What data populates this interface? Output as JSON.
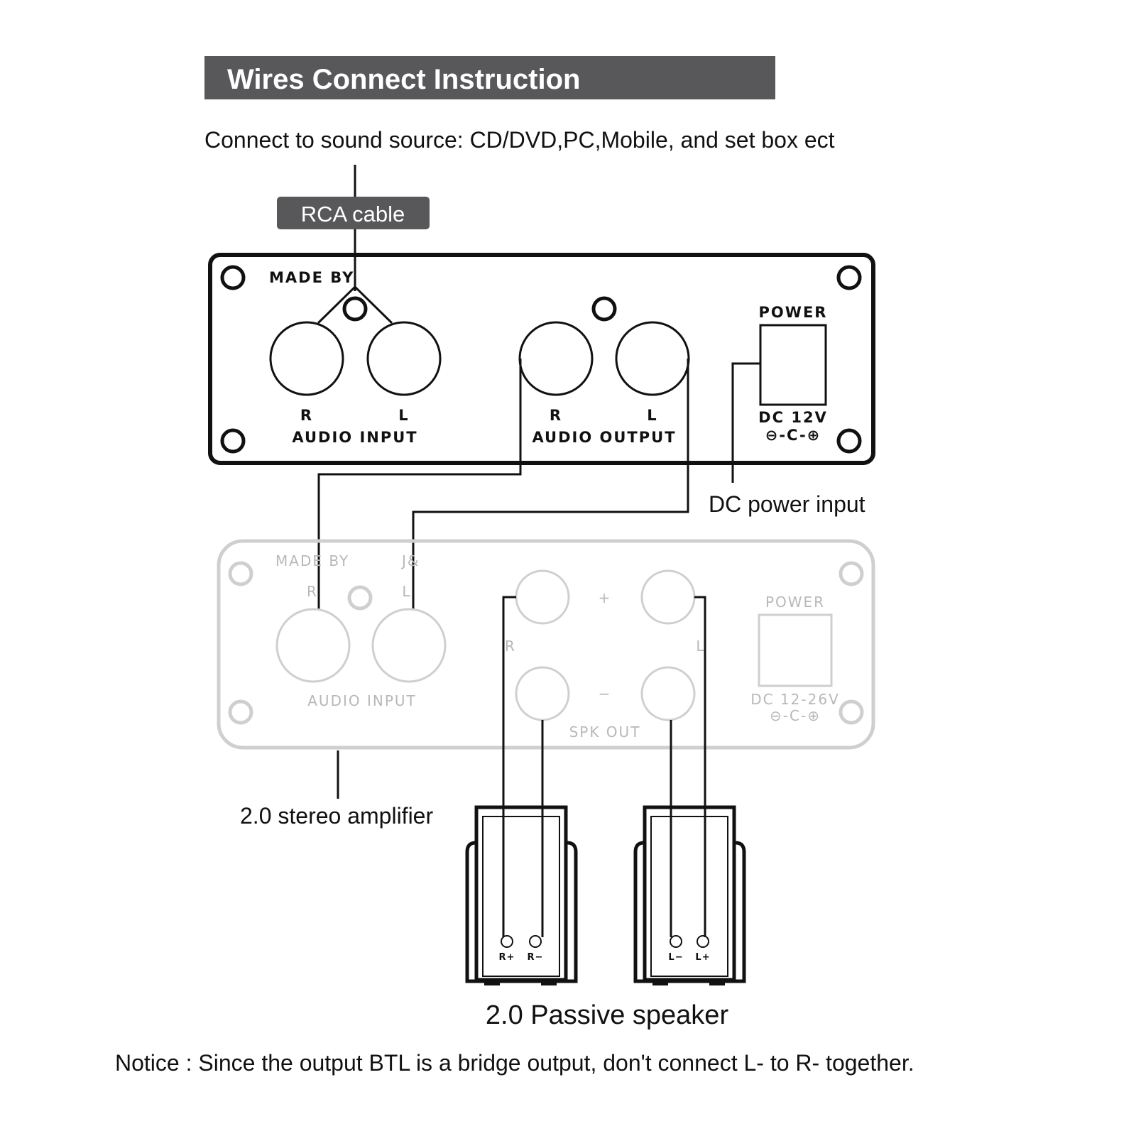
{
  "banner": {
    "title": "Wires Connect Instruction",
    "color": "#58585a"
  },
  "source_caption": "Connect to sound source: CD/DVD,PC,Mobile, and set box ect",
  "rca_label": "RCA cable",
  "preamp_panel": {
    "made_by": "MADE BY",
    "input_r": "R",
    "input_l": "L",
    "input_title": "AUDIO INPUT",
    "output_r": "R",
    "output_l": "L",
    "output_title": "AUDIO OUTPUT",
    "power_label": "POWER",
    "dc_label": "DC 12V",
    "polarity": "⊖-C-⊕"
  },
  "dc_power_caption": "DC power input",
  "amp_panel": {
    "made_by": "MADE BY",
    "brand": "J&",
    "input_r": "R",
    "input_l": "L",
    "input_title": "AUDIO INPUT",
    "plus": "+",
    "minus": "−",
    "spk_r": "R",
    "spk_l": "L",
    "spk_out": "SPK OUT",
    "power_label": "POWER",
    "dc_label": "DC 12-26V",
    "polarity": "⊖-C-⊕"
  },
  "amp_caption": "2.0 stereo amplifier",
  "speakers": {
    "right_terminals": [
      "R+",
      "R−"
    ],
    "left_terminals": [
      "L−",
      "L+"
    ]
  },
  "speaker_caption": "2.0 Passive speaker",
  "notice": "Notice : Since the output BTL is a bridge output, don't connect L- to R- together."
}
